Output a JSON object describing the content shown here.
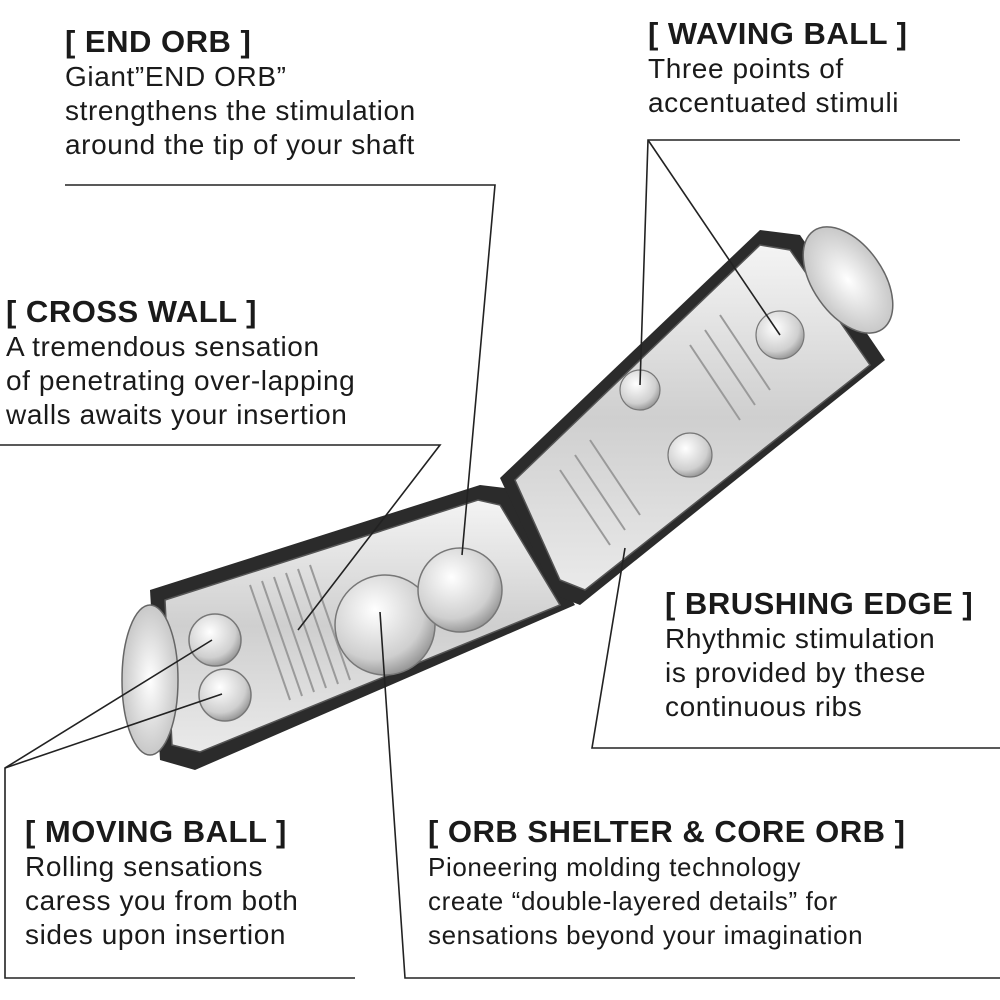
{
  "callouts": {
    "end_orb": {
      "title": "[ END ORB ]",
      "lines": [
        "Giant”END ORB”",
        "strengthens the stimulation",
        "around the tip of your shaft"
      ]
    },
    "waving_ball": {
      "title": "[ WAVING BALL ]",
      "lines": [
        "Three points of",
        "accentuated stimuli"
      ]
    },
    "cross_wall": {
      "title": "[ CROSS WALL ]",
      "lines": [
        "A tremendous sensation",
        "of penetrating over-lapping",
        "walls awaits your insertion"
      ]
    },
    "brushing_edge": {
      "title": "[ BRUSHING EDGE ]",
      "lines": [
        "Rhythmic stimulation",
        "is provided by these",
        "continuous ribs"
      ]
    },
    "moving_ball": {
      "title": "[ MOVING BALL ]",
      "lines": [
        "Rolling sensations",
        "caress you from both",
        "sides upon insertion"
      ]
    },
    "orb_shelter": {
      "title": "[ ORB SHELTER & CORE ORB ]",
      "lines": [
        "Pioneering molding technology",
        "create “double-layered details” for",
        "sensations beyond your imagination"
      ]
    }
  },
  "colors": {
    "text": "#1a1a1a",
    "leader": "#222222",
    "case": "#2b2b2b",
    "sleeve": "#d9d9d9"
  }
}
